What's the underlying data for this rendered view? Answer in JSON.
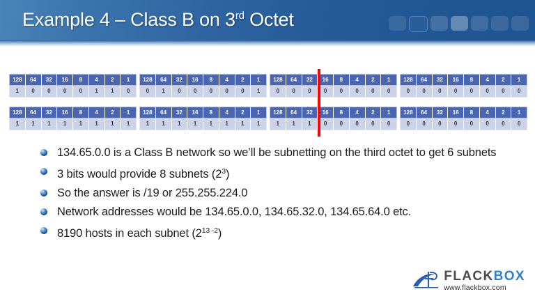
{
  "header": {
    "title_main": "Example 4 – Class B on 3",
    "title_sup": "rd",
    "title_tail": " Octet",
    "accent_color": "#245a98",
    "squares": [
      {
        "name": "header-square-1",
        "opacity": 0.1
      },
      {
        "name": "header-square-2",
        "opacity": 0.04
      },
      {
        "name": "header-square-3",
        "opacity": 0.16
      },
      {
        "name": "header-square-4",
        "opacity": 0.3
      },
      {
        "name": "header-square-5",
        "opacity": 0.14
      },
      {
        "name": "header-square-6",
        "opacity": 0.12
      },
      {
        "name": "header-square-7",
        "opacity": 0.12
      }
    ]
  },
  "bit_tables": {
    "place_values": [
      "128",
      "64",
      "32",
      "16",
      "8",
      "4",
      "2",
      "1"
    ],
    "divider_color": "#fb0404",
    "address_row": {
      "label": "ip-address-binary",
      "octets": [
        {
          "name": "octet-1",
          "bits": [
            "1",
            "0",
            "0",
            "0",
            "0",
            "1",
            "1",
            "0"
          ],
          "decimal": "134"
        },
        {
          "name": "octet-2",
          "bits": [
            "0",
            "1",
            "0",
            "0",
            "0",
            "0",
            "0",
            "1"
          ],
          "decimal": "65"
        },
        {
          "name": "octet-3",
          "bits": [
            "0",
            "0",
            "0",
            "0",
            "0",
            "0",
            "0",
            "0"
          ],
          "decimal": "0"
        },
        {
          "name": "octet-4",
          "bits": [
            "0",
            "0",
            "0",
            "0",
            "0",
            "0",
            "0",
            "0"
          ],
          "decimal": "0"
        }
      ]
    },
    "mask_row": {
      "label": "subnet-mask-binary",
      "octets": [
        {
          "name": "octet-1",
          "bits": [
            "1",
            "1",
            "1",
            "1",
            "1",
            "1",
            "1",
            "1"
          ],
          "decimal": "255"
        },
        {
          "name": "octet-2",
          "bits": [
            "1",
            "1",
            "1",
            "1",
            "1",
            "1",
            "1",
            "1"
          ],
          "decimal": "255"
        },
        {
          "name": "octet-3",
          "bits": [
            "1",
            "1",
            "1",
            "0",
            "0",
            "0",
            "0",
            "0"
          ],
          "decimal": "224"
        },
        {
          "name": "octet-4",
          "bits": [
            "0",
            "0",
            "0",
            "0",
            "0",
            "0",
            "0",
            "0"
          ],
          "decimal": "0"
        }
      ]
    }
  },
  "bullets": [
    {
      "name": "bullet-network-class",
      "text": "134.65.0.0 is a Class B network so we’ll be subnetting on the third octet to get 6 subnets",
      "sup": ""
    },
    {
      "name": "bullet-bits-subnets",
      "text": "3 bits would provide 8 subnets (2",
      "sup": "3",
      "tail": ")"
    },
    {
      "name": "bullet-answer",
      "text": "So the answer is /19 or 255.255.224.0",
      "sup": ""
    },
    {
      "name": "bullet-network-addresses",
      "text": "Network addresses would be 134.65.0.0, 134.65.32.0, 134.65.64.0 etc.",
      "sup": ""
    },
    {
      "name": "bullet-hosts",
      "text": "8190 hosts in each subnet (2",
      "sup": "13 -2",
      "tail": ")"
    }
  ],
  "logo": {
    "word_dark": "FLACK",
    "word_blue": "BOX",
    "url": "www.flackbox.com",
    "dark_color": "#4b4b4b",
    "blue_color": "#2f7fd1"
  }
}
